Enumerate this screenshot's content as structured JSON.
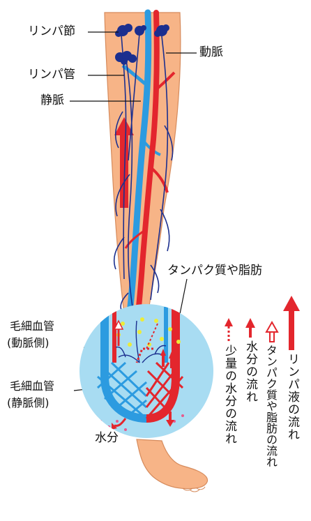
{
  "labels": {
    "lymph_node": "リンパ節",
    "lymph_vessel": "リンパ管",
    "vein": "静脈",
    "artery": "動脈",
    "protein_fat": "タンパク質や脂肪",
    "capillary_artery_1": "毛細血管",
    "capillary_artery_2": "(動脈側)",
    "capillary_vein_1": "毛細血管",
    "capillary_vein_2": "(静脈側)",
    "water": "水分"
  },
  "legend": {
    "lymph_flow": "リンパ液の流れ",
    "protein_fat_flow": "タンパク質や脂肪の流れ",
    "water_flow": "水分の流れ",
    "small_water_flow": "少量の水分の流れ"
  },
  "colors": {
    "skin": "#f7b487",
    "skin_shadow": "#eea171",
    "artery": "#e3262d",
    "vein": "#2c9be0",
    "lymph": "#1b2f8f",
    "circle": "#a8dcf2",
    "dot": "#ecec38"
  }
}
